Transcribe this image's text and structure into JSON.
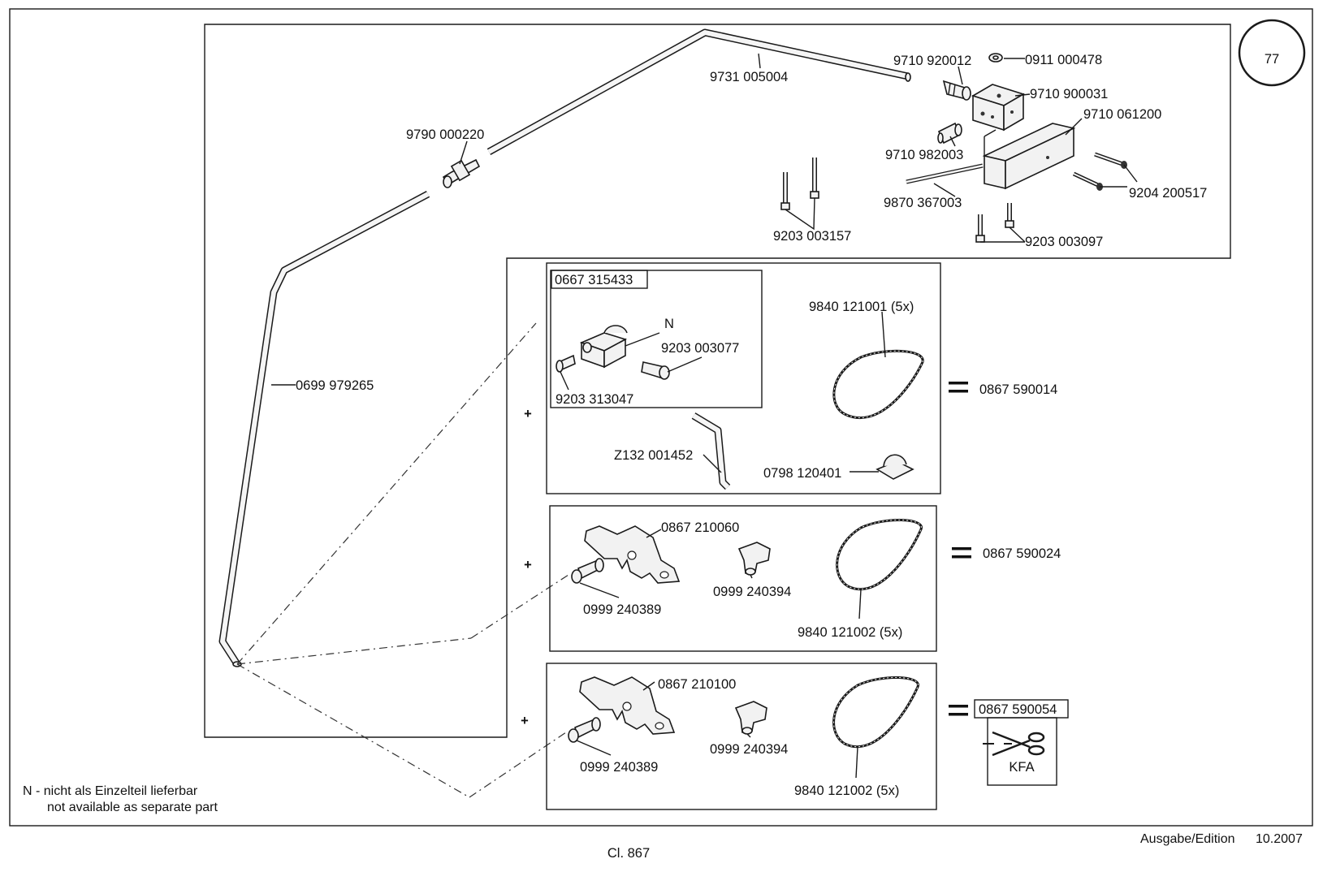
{
  "page_number": "77",
  "footer": {
    "model": "Cl. 867",
    "edition_label": "Ausgabe/Edition",
    "edition_date": "10.2007"
  },
  "note": {
    "line_de": "N - nicht als Einzelteil lieferbar",
    "line_en": "not available as separate part"
  },
  "parts": {
    "p9731_005004": "9731 005004",
    "p9710_920012": "9710 920012",
    "p0911_000478": "0911 000478",
    "p9710_900031": "9710 900031",
    "p9710_061200": "9710 061200",
    "p9790_000220": "9790 000220",
    "p9710_982003": "9710 982003",
    "p9870_367003": "9870 367003",
    "p9204_200517": "9204 200517",
    "p9203_003157": "9203 003157",
    "p9203_003097": "9203 003097",
    "p0699_979265": "0699 979265",
    "p0667_315433": "0667 315433",
    "pN": "N",
    "p9203_003077": "9203 003077",
    "p9203_313047": "9203 313047",
    "p9840_121001": "9840 121001 (5x)",
    "pZ132_001452": "Z132 001452",
    "p0798_120401": "0798 120401",
    "p0867_590014": "0867 590014",
    "p0867_210060": "0867 210060",
    "p0999_240394_a": "0999 240394",
    "p0999_240389_a": "0999 240389",
    "p9840_121002_a": "9840 121002 (5x)",
    "p0867_590024": "0867 590024",
    "p0867_210100": "0867 210100",
    "p0999_240394_b": "0999 240394",
    "p0999_240389_b": "0999 240389",
    "p9840_121002_b": "9840 121002 (5x)",
    "p0867_590054": "0867 590054",
    "kfa": "KFA"
  },
  "symbols": {
    "plus": "+",
    "equals": "="
  },
  "icons": [
    "scissors-icon"
  ]
}
